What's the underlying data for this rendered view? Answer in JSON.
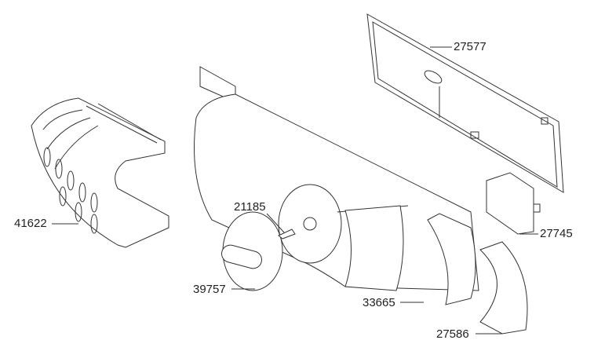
{
  "part_labels": {
    "p27577": "27577",
    "p41622": "41622",
    "p21185": "21185",
    "p27745": "27745",
    "p39757": "39757",
    "p33665": "33665",
    "p27586": "27586"
  }
}
